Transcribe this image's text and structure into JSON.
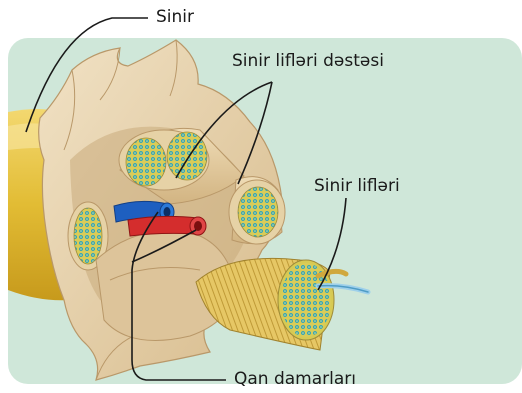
{
  "labels": {
    "nerve": "Sinir",
    "nerve_fiber_bundle": "Sinir lifləri dəstəsi",
    "nerve_fibers": "Sinir lifləri",
    "blood_vessels": "Qan damarları"
  },
  "colors": {
    "background_panel": "#cfe7d9",
    "nerve_outer": "#e6c23a",
    "sheath": "#e7d2ad",
    "sheath_shadow": "#c9ab7c",
    "fiber_cross_section": "#d7ca53",
    "fiber_dots": "#1e9fc2",
    "artery": "#d42d2d",
    "vein": "#1e5fc0",
    "leader_lines": "#1a1a1a"
  }
}
